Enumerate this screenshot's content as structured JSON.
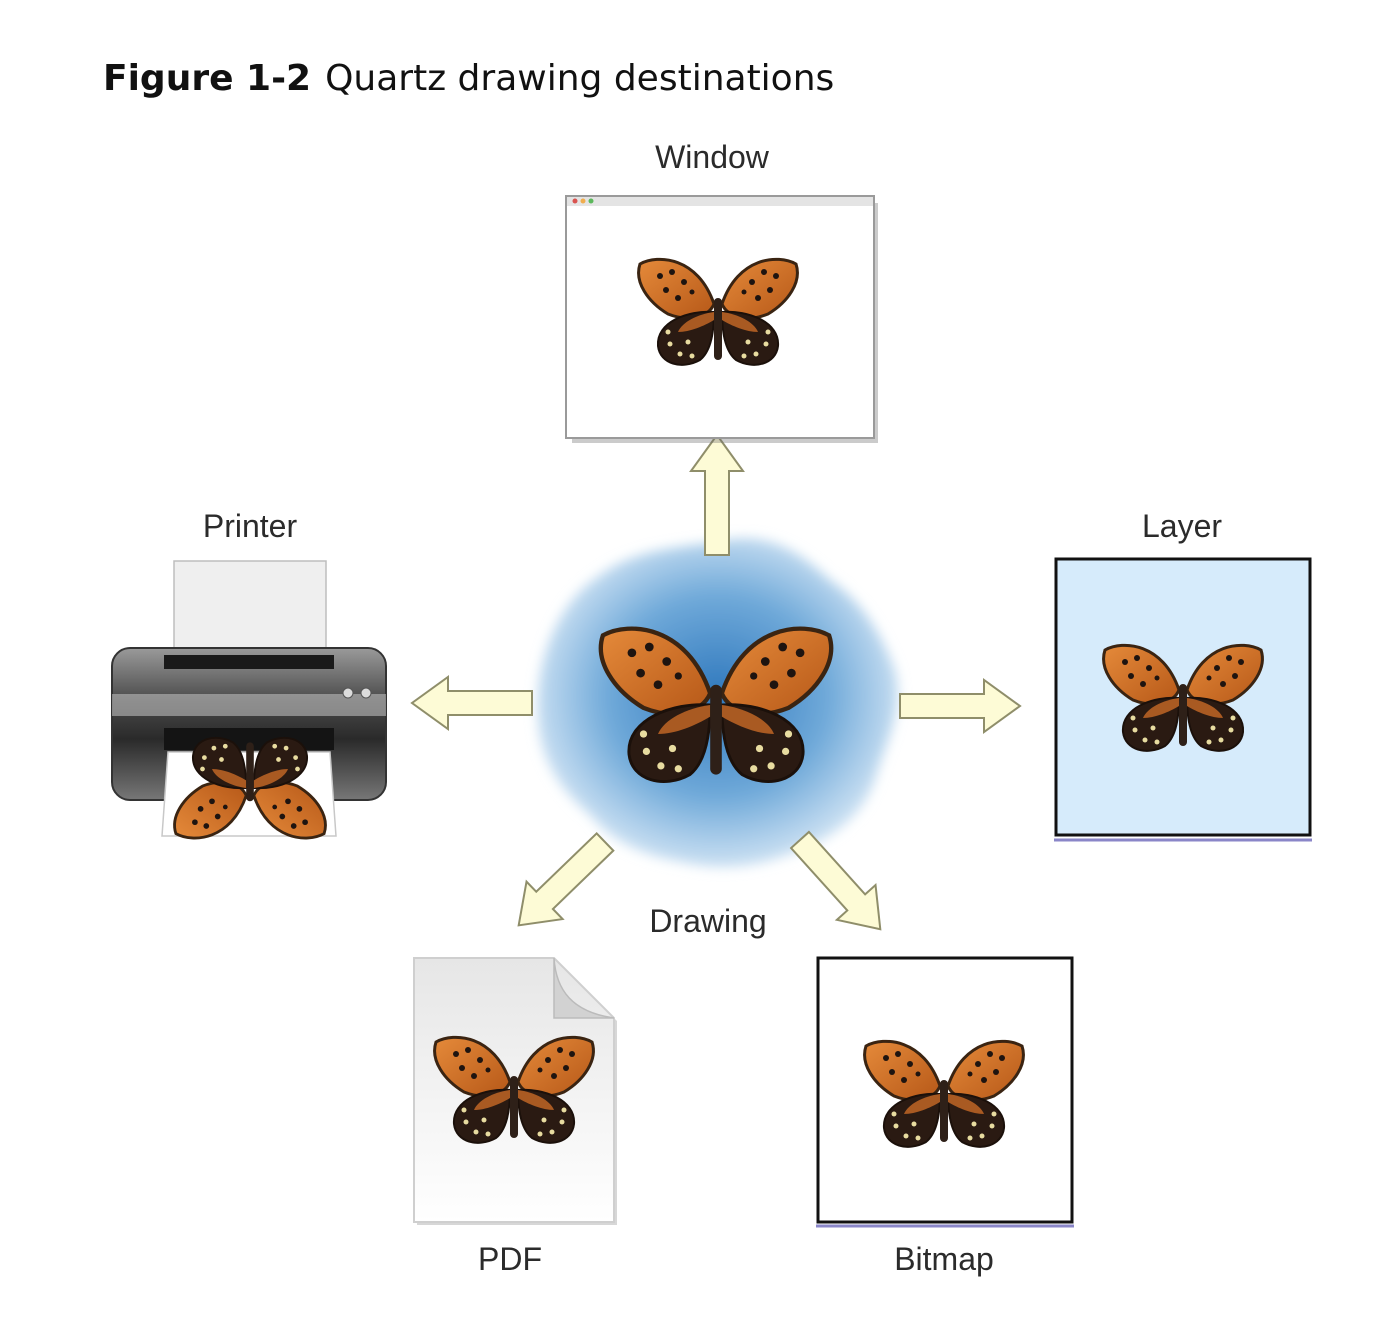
{
  "figure": {
    "number": "Figure 1-2",
    "title": "Quartz drawing destinations"
  },
  "center": {
    "label": "Drawing",
    "icon": "butterfly-icon"
  },
  "destinations": [
    {
      "id": "window",
      "label": "Window",
      "icon": "window-icon"
    },
    {
      "id": "layer",
      "label": "Layer",
      "icon": "layer-icon"
    },
    {
      "id": "printer",
      "label": "Printer",
      "icon": "printer-icon"
    },
    {
      "id": "pdf",
      "label": "PDF",
      "icon": "pdf-document-icon"
    },
    {
      "id": "bitmap",
      "label": "Bitmap",
      "icon": "bitmap-icon"
    }
  ],
  "colors": {
    "arrow_fill": "#fdfbd6",
    "arrow_stroke": "#8f8e6a",
    "cloud_inner": "#3a82c4",
    "cloud_outer": "#d8e8f6",
    "layer_fill": "#d6ebfb",
    "wing": "#d9752a",
    "wing_dark": "#1e1410"
  }
}
